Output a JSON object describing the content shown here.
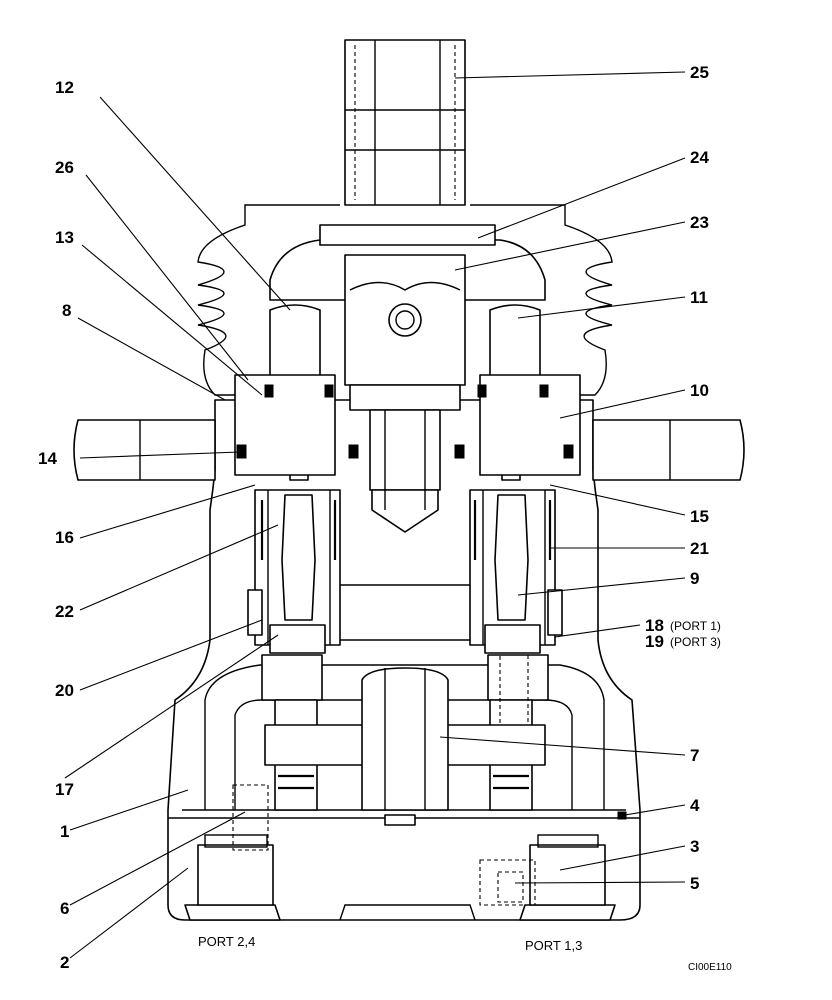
{
  "callouts": {
    "c1": "1",
    "c2": "2",
    "c3": "3",
    "c4": "4",
    "c5": "5",
    "c6": "6",
    "c7": "7",
    "c8": "8",
    "c9": "9",
    "c10": "10",
    "c11": "11",
    "c12": "12",
    "c13": "13",
    "c14": "14",
    "c15": "15",
    "c16": "16",
    "c17": "17",
    "c18": "18",
    "c19": "19",
    "c20": "20",
    "c21": "21",
    "c22": "22",
    "c23": "23",
    "c24": "24",
    "c25": "25",
    "c26": "26"
  },
  "port_notes": {
    "port1": "(PORT 1)",
    "port3": "(PORT 3)"
  },
  "port_labels": {
    "left": "PORT 2,4",
    "right": "PORT 1,3"
  },
  "figure_id": "CI00E110"
}
